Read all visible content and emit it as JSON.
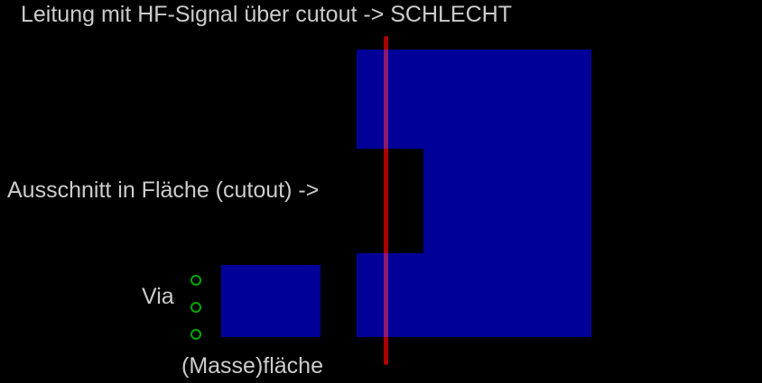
{
  "labels": {
    "title": "Leitung mit HF-Signal über cutout -> SCHLECHT",
    "cutout": "Ausschnitt in Fläche (cutout) ->",
    "via": "Via",
    "plane": "(Masse)fläche"
  },
  "colors": {
    "background": "#000000",
    "plane": "#000099",
    "trace": "#aa0000",
    "trace_over_plane": "#8a1a6e",
    "via": "#00aa00",
    "text": "#cccccc"
  }
}
